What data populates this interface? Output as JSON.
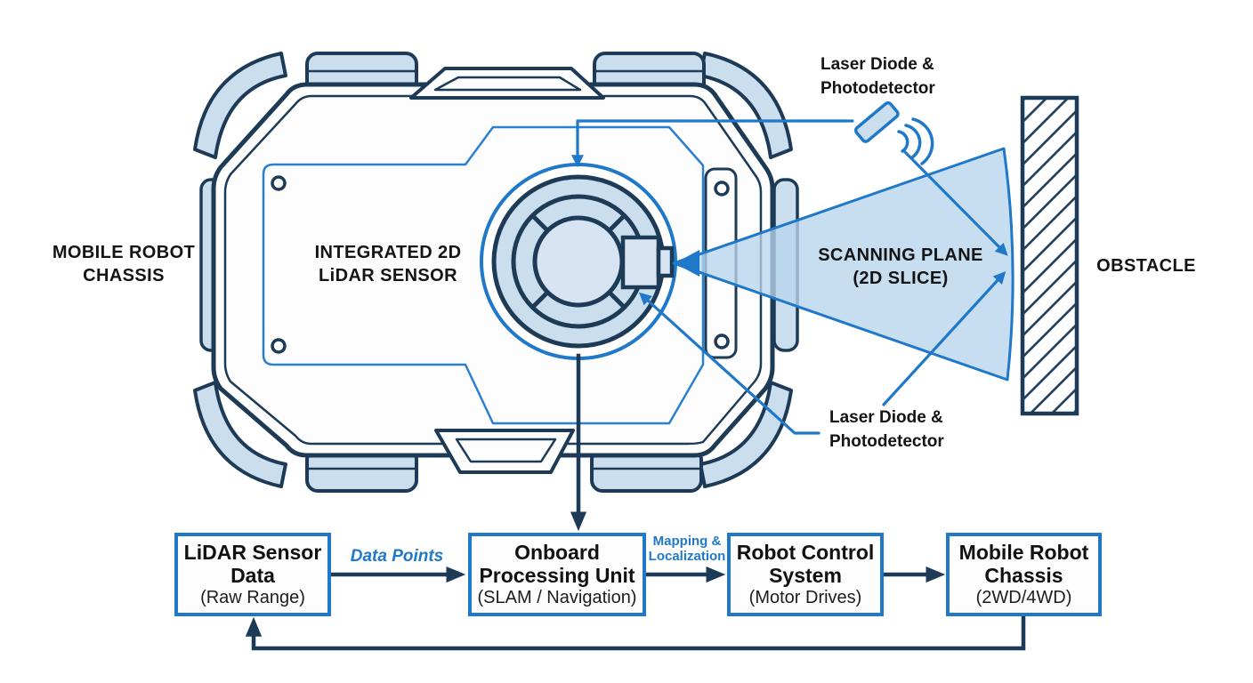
{
  "colors": {
    "accent_blue": "#1f78c8",
    "dark_navy": "#1d3a57",
    "light_blue_fill": "#cbdeee",
    "wedge_blue": "#b7d3ec",
    "text_dark": "#141414",
    "background": "#ffffff"
  },
  "diagram": {
    "chassis_label": {
      "line1": "MOBILE ROBOT",
      "line2": "CHASSIS"
    },
    "sensor_label": {
      "line1": "INTEGRATED 2D",
      "line2": "LiDAR SENSOR"
    },
    "scanning_label": {
      "line1": "SCANNING PLANE",
      "line2": "(2D SLICE)"
    },
    "obstacle_label": "OBSTACLE",
    "laser_label_top": {
      "line1": "Laser Diode &",
      "line2": "Photodetector"
    },
    "laser_label_bottom": {
      "line1": "Laser Diode &",
      "line2": "Photodetector"
    },
    "icons": {
      "laser_diode_icon": "tilted rounded rectangle emitter",
      "signal_waves_icon": "three radiating arcs",
      "lidar_sensor_icon": "concentric scanner rings",
      "obstacle_hatch": "diagonal hatched wall"
    }
  },
  "flowchart": {
    "boxes": [
      {
        "title_line1": "LiDAR Sensor",
        "title_line2": "Data",
        "subtitle": "(Raw Range)"
      },
      {
        "title_line1": "Onboard",
        "title_line2": "Processing Unit",
        "subtitle": "(SLAM / Navigation)"
      },
      {
        "title_line1": "Robot Control",
        "title_line2": "System",
        "subtitle": "(Motor Drives)"
      },
      {
        "title_line1": "Mobile Robot",
        "title_line2": "Chassis",
        "subtitle": "(2WD/4WD)"
      }
    ],
    "arrow_label_1": "Data Points",
    "arrow_label_2": {
      "line1": "Mapping &",
      "line2": "Localization"
    }
  }
}
